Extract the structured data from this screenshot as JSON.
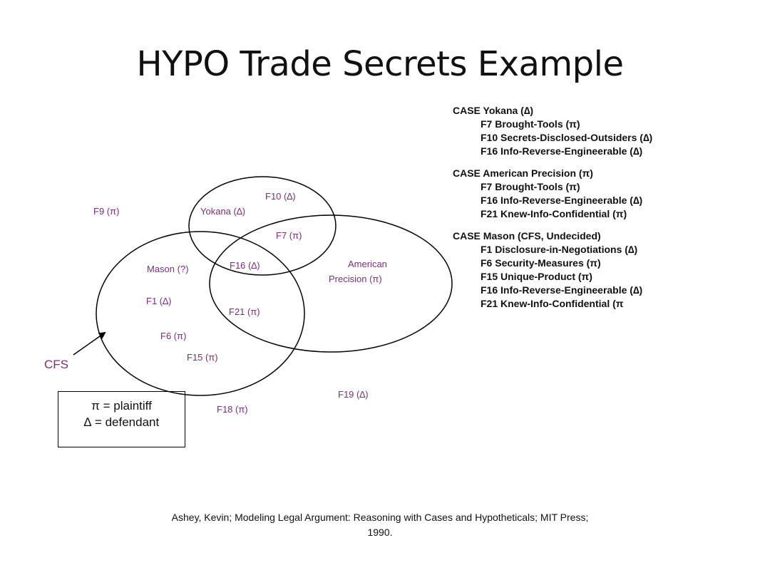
{
  "title": "HYPO Trade Secrets Example",
  "venn": {
    "labels": {
      "f9": "F9  (π)",
      "yokana": "Yokana (∆)",
      "f10": "F10  (∆)",
      "f7": "F7  (π)",
      "american_line1": "American",
      "american_line2": "Precision (π)",
      "mason": "Mason (?)",
      "f16": "F16  (∆)",
      "f1": "F1 (∆)",
      "f21": "F21  (π)",
      "f6": "F6  (π)",
      "f15": "F15  (π)",
      "f19": "F19  (∆)",
      "f18": "F18  (π)"
    },
    "cfs_label": "CFS"
  },
  "legend": {
    "line1": "π = plaintiff",
    "line2": "∆ = defendant"
  },
  "cases": [
    {
      "heading": "CASE Yokana  (∆)",
      "factors": [
        "F7 Brought-Tools (π)",
        "F10 Secrets-Disclosed-Outsiders (∆)",
        "F16 Info-Reverse-Engineerable  (∆)"
      ]
    },
    {
      "heading": "CASE American Precision (π)",
      "factors": [
        "F7  Brought-Tools (π)",
        "F16  Info-Reverse-Engineerable  (∆)",
        "F21  Knew-Info-Confidential (π)"
      ]
    },
    {
      "heading": "CASE Mason  (CFS, Undecided)",
      "factors": [
        "F1 Disclosure-in-Negotiations (∆)",
        "F6 Security-Measures (π)",
        "F15 Unique-Product (π)",
        "F16 Info-Reverse-Engineerable  (∆)",
        "F21 Knew-Info-Confidential (π"
      ]
    }
  ],
  "citation": {
    "line1": "Ashey, Kevin;  Modeling Legal Argument: Reasoning with Cases and Hypotheticals; MIT Press;",
    "line2": "1990."
  }
}
